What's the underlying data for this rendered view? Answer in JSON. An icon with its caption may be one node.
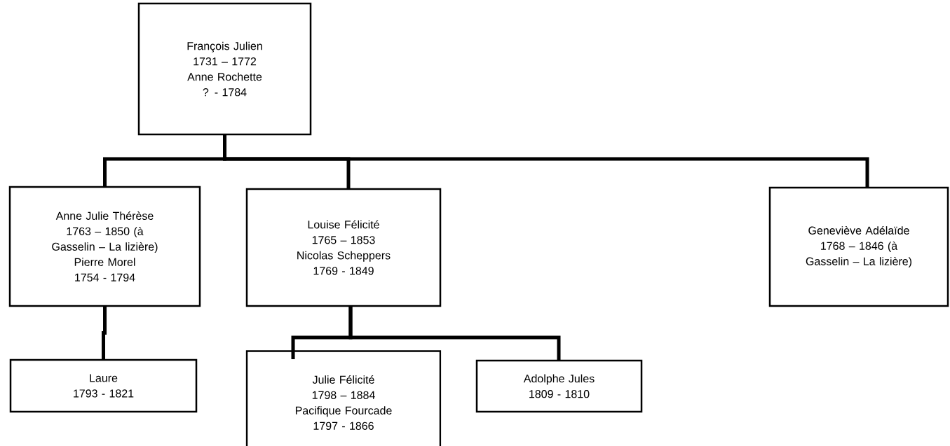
{
  "diagram": {
    "nodes": [
      {
        "text": [
          "François Julien",
          "1731 – 1772",
          "Anne Rochette",
          "? - 1784"
        ]
      },
      {
        "text": [
          "Anne Julie Thérèse",
          "1763 – 1850 (à Gasselin – La lizière)",
          "Pierre Morel",
          "1754 - 1794"
        ]
      },
      {
        "text": [
          "Louise Félicité",
          "1765 – 1853",
          "Nicolas Scheppers",
          "1769 - 1849"
        ]
      },
      {
        "text": [
          "Geneviève Adélaïde",
          "1768 – 1846 (à Gasselin – La lizière)"
        ]
      },
      {
        "text": [
          "Laure",
          "1793 - 1821"
        ]
      },
      {
        "text": [
          "Julie Félicité",
          "1798 – 1884",
          "Pacifique Fourcade",
          "1797 - 1866"
        ]
      },
      {
        "text": [
          "Adolphe Jules",
          "1809 - 1810"
        ]
      }
    ],
    "edges": [
      {
        "from": 0,
        "to": 1,
        "arrow": "none"
      },
      {
        "from": 0,
        "to": 2,
        "arrow": "none"
      },
      {
        "from": 0,
        "to": 3,
        "arrow": "none"
      },
      {
        "from": 1,
        "to": 4,
        "arrow": "none"
      },
      {
        "from": 2,
        "to": 5,
        "arrow": "none"
      },
      {
        "from": 2,
        "to": 6,
        "arrow": "none"
      }
    ]
  }
}
